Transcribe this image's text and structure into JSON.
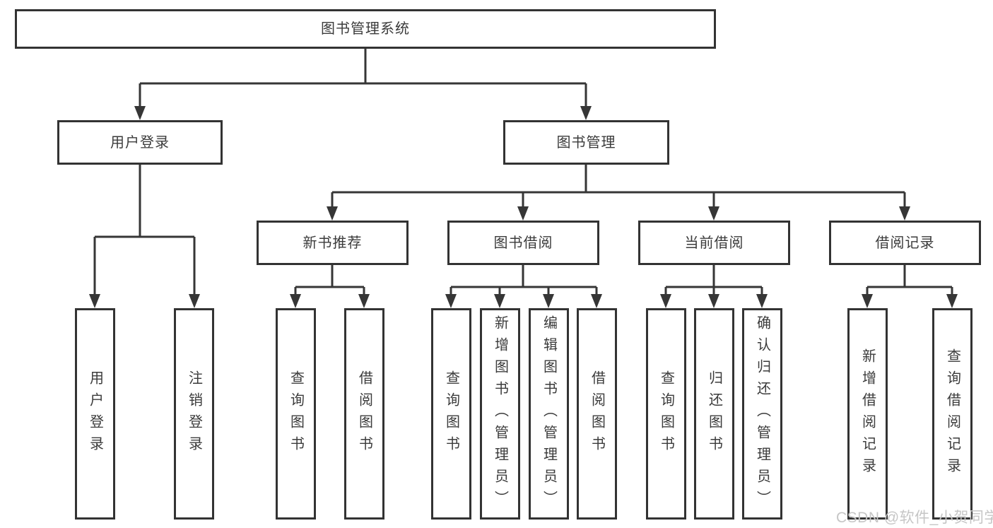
{
  "diagram": {
    "root": {
      "label": "图书管理系统"
    },
    "branches": [
      {
        "label": "用户登录",
        "children": [
          {
            "label": "用户登录"
          },
          {
            "label": "注销登录"
          }
        ]
      },
      {
        "label": "图书管理",
        "children": [
          {
            "label": "新书推荐",
            "children": [
              {
                "label": "查询图书"
              },
              {
                "label": "借阅图书"
              }
            ]
          },
          {
            "label": "图书借阅",
            "children": [
              {
                "label": "查询图书"
              },
              {
                "label": "新增图书（管理员）"
              },
              {
                "label": "编辑图书（管理员）"
              },
              {
                "label": "借阅图书"
              }
            ]
          },
          {
            "label": "当前借阅",
            "children": [
              {
                "label": "查询图书"
              },
              {
                "label": "归还图书"
              },
              {
                "label": "确认归还（管理员）"
              }
            ]
          },
          {
            "label": "借阅记录",
            "children": [
              {
                "label": "新增借阅记录"
              },
              {
                "label": "查询借阅记录"
              }
            ]
          }
        ]
      }
    ]
  },
  "watermark": {
    "text": "CSDN @软件_小贺同学"
  },
  "colors": {
    "line": "#363636",
    "box_border": "#333333",
    "text": "#3b3b3b",
    "watermark": "#c6c6c6",
    "background": "#ffffff"
  }
}
